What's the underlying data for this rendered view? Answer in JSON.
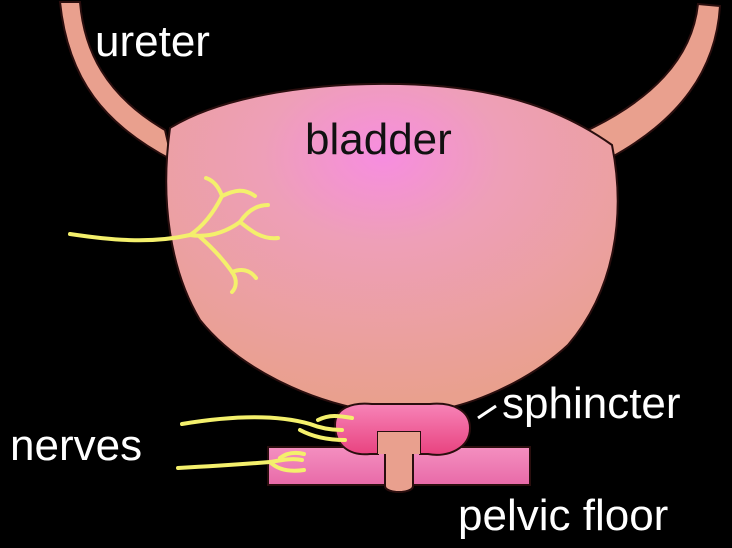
{
  "labels": {
    "ureter": "ureter",
    "bladder": "bladder",
    "sphincter": "sphincter",
    "nerves": "nerves",
    "pelvic_floor": "pelvic floor"
  },
  "colors": {
    "background": "#000000",
    "bladder_fill": "#e9a08e",
    "bladder_highlight": "#f58be0",
    "sphincter": "#f05a9c",
    "pelvic_floor": "#f07ab4",
    "nerve": "#f4f06c",
    "outline": "#2a0e0e",
    "label_dark_bg": "#ffffff",
    "label_light_bg": "#111111"
  }
}
